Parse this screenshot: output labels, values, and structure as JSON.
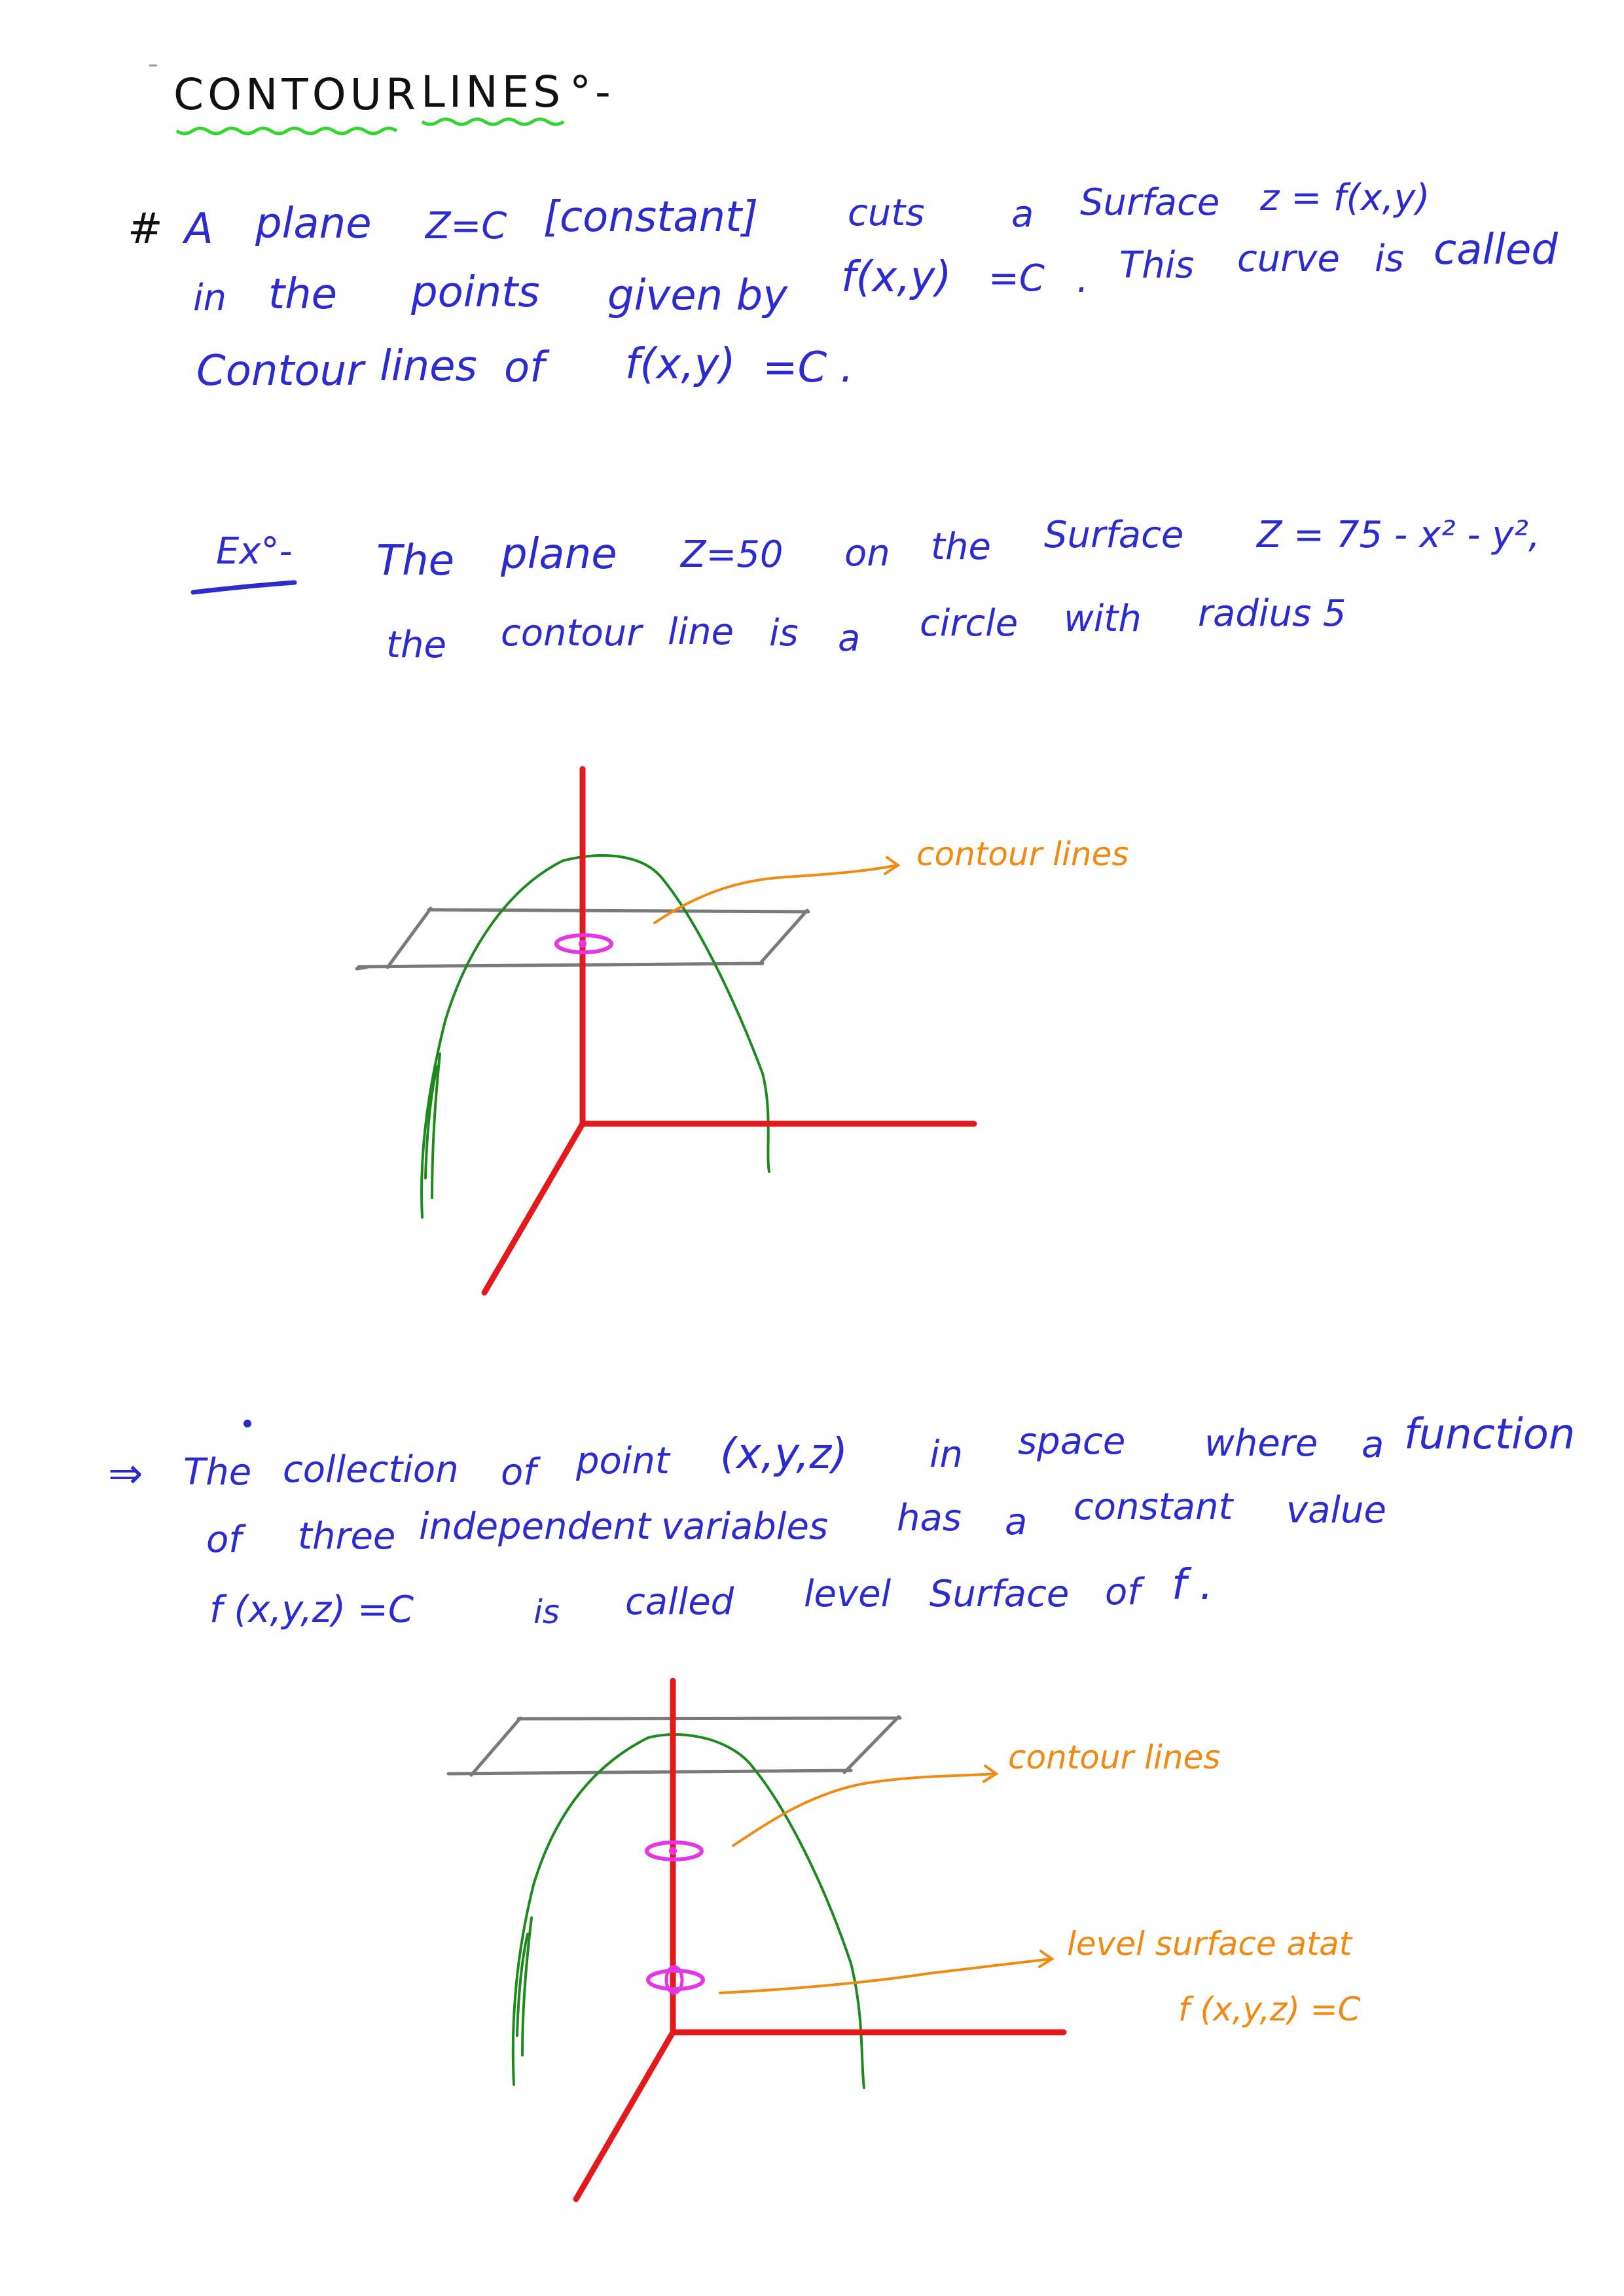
{
  "title": {
    "word1": "CONTOUR",
    "word2": "LINES",
    "suffix": "°-"
  },
  "definition": {
    "hash": "#",
    "l1": [
      "A",
      "plane",
      "Z=C",
      "[constant]",
      "cuts",
      "a",
      "Surface",
      "z = f(x,y)"
    ],
    "l2": [
      "in",
      "the",
      "points",
      "given by",
      "f(x,y)",
      "=C",
      ".",
      "This",
      "curve",
      "is",
      "called"
    ],
    "l3": [
      "Contour",
      "lines",
      "of",
      "f(x,y)",
      "=C ."
    ]
  },
  "example": {
    "label": "Ex°-",
    "l1": [
      "The",
      "plane",
      "Z=50",
      "on",
      "the",
      "Surface",
      "Z = 75 - x² - y²,"
    ],
    "l2": [
      "the",
      "contour",
      "line",
      "is",
      "a",
      "circle",
      "with",
      "radius 5"
    ]
  },
  "figure1": {
    "annotation": "contour lines"
  },
  "level_surface": {
    "arrow": "⇒",
    "l1": [
      "The",
      "collection",
      "of",
      "point",
      "(x,y,z)",
      "in",
      "space",
      "where",
      "a",
      "function"
    ],
    "l2": [
      "of",
      "three",
      "independent",
      "variables",
      "has",
      "a",
      "constant",
      "value"
    ],
    "l3": [
      "f (x,y,z) =C",
      "is",
      "called",
      "level",
      "Surface",
      "of",
      "f ."
    ]
  },
  "figure2": {
    "annotation_contour": "contour lines",
    "annotation_level_1": "level surface at",
    "annotation_level_2": "f (x,y,z) =C"
  },
  "colors": {
    "ink_blue": "#2b2bd0",
    "ink_black": "#111111",
    "ink_orange": "#f08a12",
    "axis_red": "#e5191c",
    "curve_green": "#1e8a1e",
    "plane_grey": "#7a7a7a",
    "contour_magenta": "#e535e5",
    "underline_green": "#35d435",
    "underline_blue": "#2b2bd0"
  }
}
